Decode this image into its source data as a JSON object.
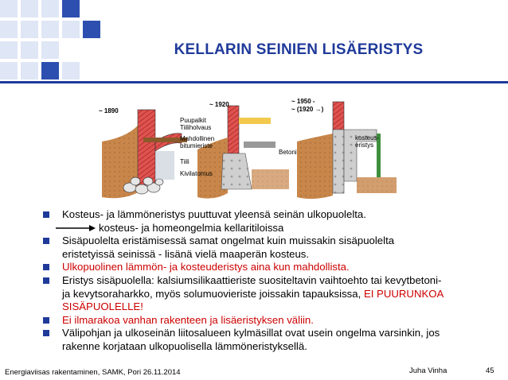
{
  "title": "KELLARIN SEINIEN LISÄERISTYS",
  "figure": {
    "labels": {
      "era_1890": "~ 1890",
      "era_1920": "~ 1920",
      "era_1950": "~ 1950 -",
      "era_1920_arrow": "~ (1920 →)",
      "puupalkit": "Puupalkit",
      "tiiliholvaus": "Tiiliholvaus",
      "mahdollinen": "Mahdollinen",
      "bitumieriste": "bitumieriste",
      "tiili": "Tiili",
      "kivilatomus": "Kivilatomus",
      "betoni": "Betoni",
      "kosteus": "kosteus-",
      "eristys": "eristys"
    }
  },
  "bullets": {
    "b1": "Kosteus- ja lämmöneristys puuttuvat yleensä seinän ulkopuolelta.",
    "b1_arrow": "kosteus- ja homeongelmia kellaritiloissa",
    "b2_l1": "Sisäpuolelta eristämisessä samat ongelmat kuin muissakin sisäpuolelta",
    "b2_l2": "eristetyissä seinissä - lisänä vielä maaperän kosteus.",
    "b3": "Ulkopuolinen lämmön- ja kosteuderistys aina kun mahdollista.",
    "b4_l1": "Eristys sisäpuolella: kalsiumsilikaattieriste suositeltavin vaihtoehto tai kevytbetoni-",
    "b4_l2a": "ja kevytsoraharkko, myös solumuovieriste joissakin tapauksissa, ",
    "b4_l2b": "EI PUURUNKOA",
    "b4_l3": "SISÄPUOLELLE!",
    "b5": "Ei ilmarakoa vanhan rakenteen ja lisäeristyksen väliin.",
    "b6_l1": "Välipohjan ja ulkoseinän liitosalueen kylmäsillat ovat usein ongelma varsinkin, jos",
    "b6_l2": "rakenne korjataan ulkopuolisella lämmöneristyksellä."
  },
  "footer": {
    "left": "Energiaviisas rakentaminen, SAMK, Pori 26.11.2014",
    "author": "Juha Vinha",
    "page": "45"
  },
  "colors": {
    "accent": "#1f3a9a",
    "red": "#cc0000",
    "brick": "#e0524f",
    "soil": "#c8864a",
    "concrete": "#c8c8c8"
  }
}
